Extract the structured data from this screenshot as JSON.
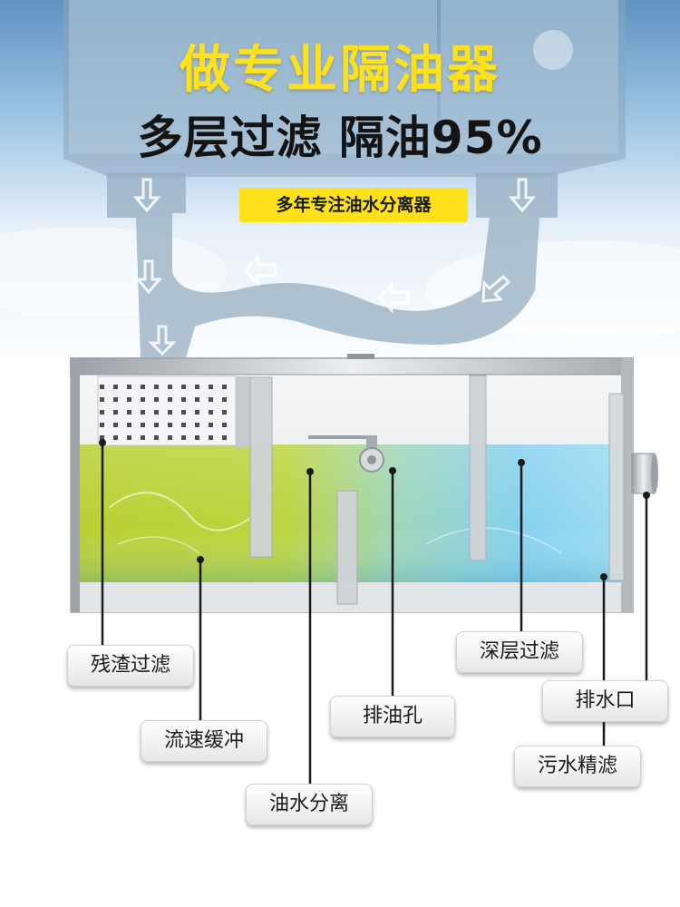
{
  "title": "做专业隔油器",
  "subtitle": "多层过滤 隔油95%",
  "badge": "多年专注油水分离器",
  "callouts": {
    "residue_filter": "残渣过滤",
    "flow_buffer": "流速缓冲",
    "oil_water_separation": "油水分离",
    "oil_drain": "排油孔",
    "deep_filter": "深层过滤",
    "water_outlet": "排水口",
    "sewage_fine_filter": "污水精滤"
  },
  "colors": {
    "title": "#ffe11a",
    "subtitle": "#141414",
    "badge_bg": "#ffe11a",
    "oil_layer": "#b8d43a",
    "water_layer": "#7fcdea",
    "tank_steel": "#c9ccd0"
  },
  "icons": [
    "arrow-down-icon",
    "arrow-left-icon",
    "valve-icon",
    "perforated-basket-icon",
    "outlet-pipe-icon"
  ]
}
